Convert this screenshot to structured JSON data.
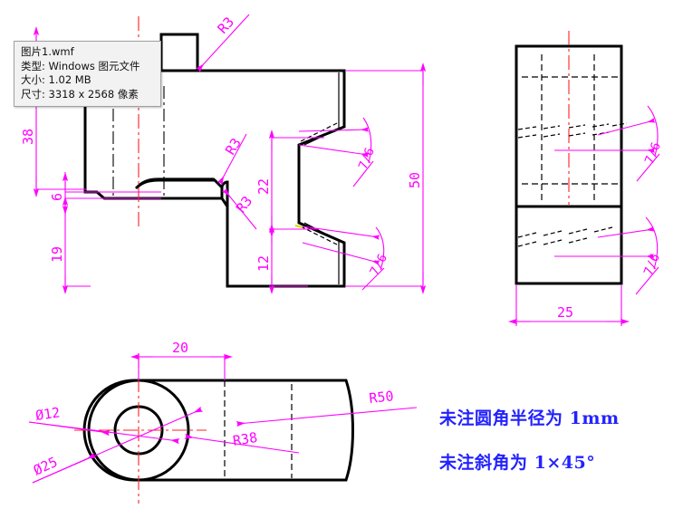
{
  "tooltip": {
    "name": "file-info-tooltip",
    "lines": [
      "图片1.wmf",
      "类型: Windows 图元文件",
      "大小: 1.02 MB",
      "尺寸: 3318 x 2568 像素"
    ],
    "line1": "图片1.wmf",
    "line2": "类型: Windows 图元文件",
    "line3": "大小: 1.02 MB",
    "line4": "尺寸: 3318 x 2568 像素"
  },
  "notes": {
    "note1": "未注圆角半径为 1mm",
    "note2": "未注斜角为 1×45°",
    "color": "#2222ff"
  },
  "colors": {
    "outline": "#000000",
    "dimension": "#ff00ff",
    "centerline": "#ff2020",
    "note_blue": "#2222ff",
    "background": "#ffffff"
  },
  "drawing": {
    "title": "mechanical-part-orthographic-views",
    "views": [
      {
        "name": "front-view",
        "position": "left-top"
      },
      {
        "name": "side-view",
        "position": "right-top"
      },
      {
        "name": "top-view",
        "position": "left-bottom"
      }
    ]
  },
  "dimensions": {
    "front_view": {
      "d38": "38",
      "d6": "6",
      "d19": "19",
      "d22": "22",
      "d12": "12",
      "d50": "50",
      "r3_top": "R3",
      "r3_mid": "R3",
      "r3_low": "R3",
      "chamfer_upper": "7/6",
      "chamfer_lower": "7/6"
    },
    "side_view": {
      "d25": "25",
      "chamfer_upper": "7/6",
      "chamfer_lower": "7/6"
    },
    "top_view": {
      "d20": "20",
      "dia12": "Ø12",
      "dia25": "Ø25",
      "r38": "R38",
      "r50": "R50"
    }
  }
}
